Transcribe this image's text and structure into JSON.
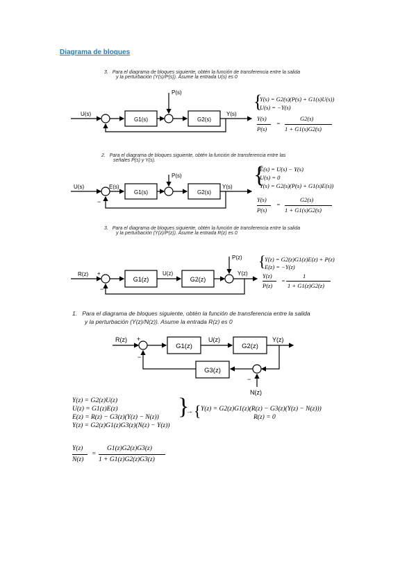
{
  "page": {
    "title": "Diagrama de bloques"
  },
  "problems": [
    {
      "number": "3.",
      "line1": "Para el diagrama de bloques siguiente, obtén la función de transferencia entre la salida",
      "line2": "y la perturbación (Y(s)/P(s)). Asume la entrada U(s) es 0",
      "diagram": {
        "input": "U(s)",
        "disturbance": "P(s)",
        "block1": "G1(s)",
        "block2": "G2(s)",
        "output": "Y(s)"
      },
      "equations": [
        "Y(s) = G2(s)(P(s) + G1(s)U(s))",
        "U(s) = −Y(s)"
      ],
      "result": {
        "lhs_num": "Y(s)",
        "lhs_den": "P(s)",
        "rhs_num": "G2(s)",
        "rhs_den": "1 + G1(s)G2(s)"
      }
    },
    {
      "number": "2.",
      "line1": "Para el diagrama de bloques siguiente, obtén la función de transferencia entre las",
      "line2": "señales P(s) y Y(s).",
      "diagram": {
        "input": "U(s)",
        "error": "E(s)",
        "disturbance": "P(s)",
        "block1": "G1(s)",
        "block2": "G2(s)",
        "output": "Y(s)",
        "minus": "−"
      },
      "equations": [
        "E(s) = U(s) − Y(s)",
        "U(s) = 0",
        "Y(s) = G2(s)(P(s) + G1(s)E(s))"
      ],
      "result": {
        "lhs_num": "Y(s)",
        "lhs_den": "P(s)",
        "rhs_num": "G2(s)",
        "rhs_den": "1 + G1(s)G2(s)"
      }
    },
    {
      "number": "3.",
      "line1": "Para el diagrama de bloques siguiente, obtén la función de transferencia entre la salida",
      "line2": "y la perturbación (Y(z)/P(z)). Asume la entrada R(z) es 0",
      "diagram": {
        "input": "R(z)",
        "disturbance": "P(z)",
        "block1": "G1(z)",
        "block2": "G2(z)",
        "signal": "U(z)",
        "output": "Y(z)",
        "plus": "+",
        "minus": "−"
      },
      "equations": [
        "Y(z) = G2(z)G1(z)E(z) + P(z)",
        "E(z) = −Y(z)"
      ],
      "result": {
        "lhs_num": "Y(z)",
        "lhs_den": "P(z)",
        "rhs_num": "1",
        "rhs_den": "1 + G1(z)G2(z)"
      }
    },
    {
      "number": "1.",
      "line1": "Para el diagrama de bloques siguiente, obtén la función de transferencia entre la salida",
      "line2": "y la perturbación (Y(z)/N(z)). Asume la entrada R(z) es 0",
      "diagram": {
        "input": "R(z)",
        "block1": "G1(z)",
        "block2": "G2(z)",
        "block3": "G3(z)",
        "signal": "U(z)",
        "output": "Y(z)",
        "noise": "N(z)",
        "plus": "+",
        "minus": "−"
      },
      "equations": [
        "Y(z) = G2(z)U(z)",
        "U(z) = G1(z)E(z)",
        "E(z) = R(z) − G3(z)(Y(z) − N(z))",
        "Y(z) = G2(z)G1(z)G3(z)(N(z) − Y(z))"
      ],
      "right_equations": [
        "Y(z) = G2(z)G1(z)(R(z) − G3(z)(Y(z) − N(z)))",
        "R(z) = 0"
      ],
      "arrow": "→",
      "result": {
        "lhs_num": "Y(z)",
        "lhs_den": "N(z)",
        "rhs_num": "G1(z)G2(z)G3(z)",
        "rhs_den": "1 + G1(z)G2(z)G3(z)"
      }
    }
  ]
}
